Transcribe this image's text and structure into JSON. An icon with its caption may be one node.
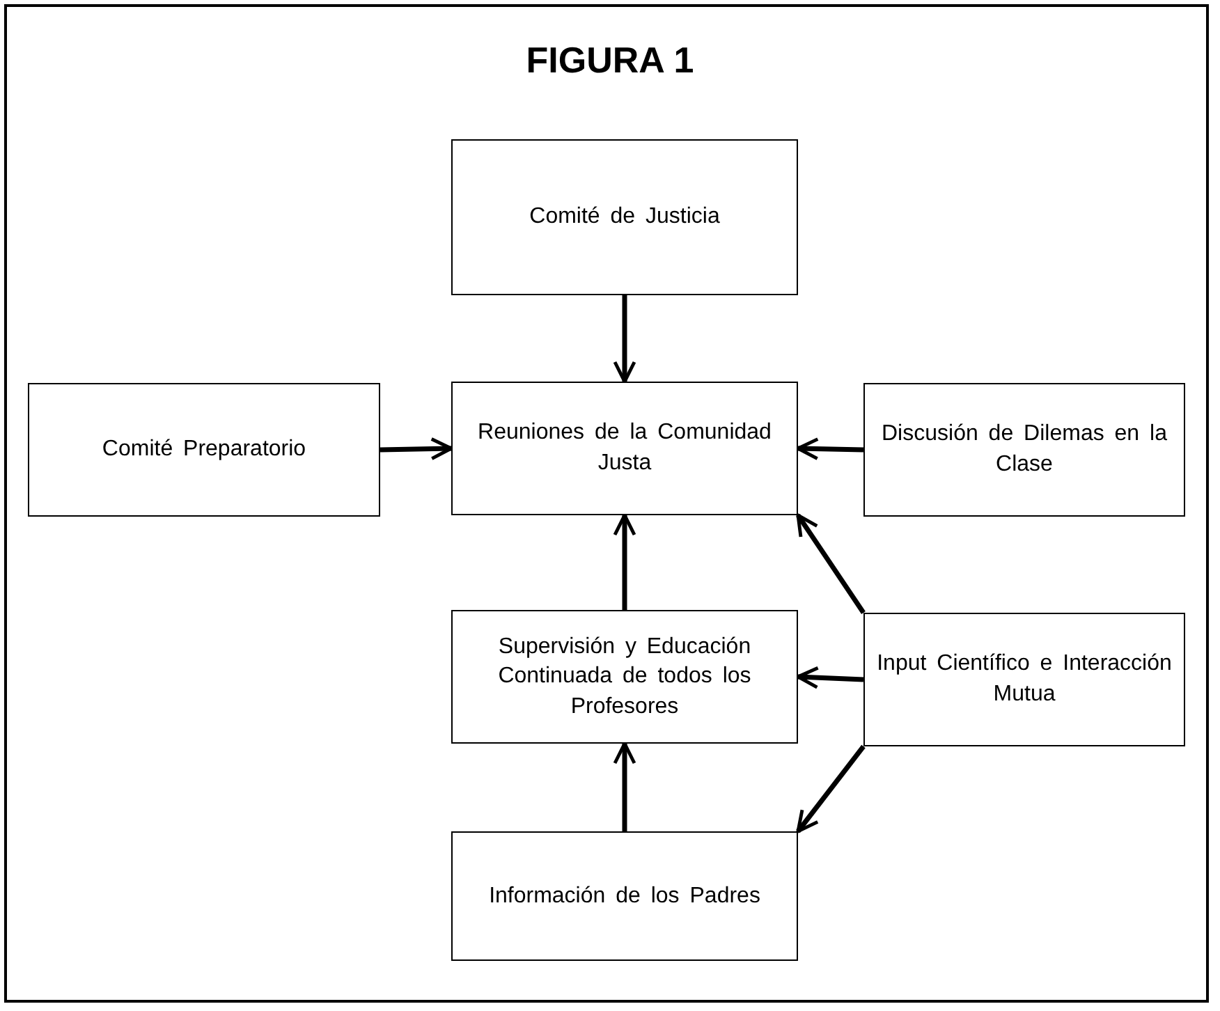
{
  "diagram": {
    "title": "FIGURA 1",
    "nodes": [
      {
        "text": [
          "Comité de Justicia"
        ]
      },
      {
        "text": [
          "Comité Preparatorio"
        ]
      },
      {
        "text": [
          "Reuniones de la Comunidad Justa"
        ]
      },
      {
        "text": [
          "Discusión de Dilemas en la Clase"
        ]
      },
      {
        "text": [
          "Supervisión y Educación Continuada de todos los Profesores"
        ]
      },
      {
        "text": [
          "Input Científico e Interacción Mutua"
        ]
      },
      {
        "text": [
          "Información de los Padres"
        ]
      }
    ],
    "edges": [
      {
        "from": 0,
        "to": 2,
        "arrow": "to"
      },
      {
        "from": 1,
        "to": 2,
        "arrow": "to"
      },
      {
        "from": 3,
        "to": 2,
        "arrow": "to"
      },
      {
        "from": 4,
        "to": 2,
        "arrow": "to"
      },
      {
        "from": 5,
        "to": 2,
        "arrow": "to"
      },
      {
        "from": 5,
        "to": 4,
        "arrow": "to"
      },
      {
        "from": 6,
        "to": 4,
        "arrow": "to"
      },
      {
        "from": 5,
        "to": 6,
        "arrow": "to"
      }
    ]
  }
}
